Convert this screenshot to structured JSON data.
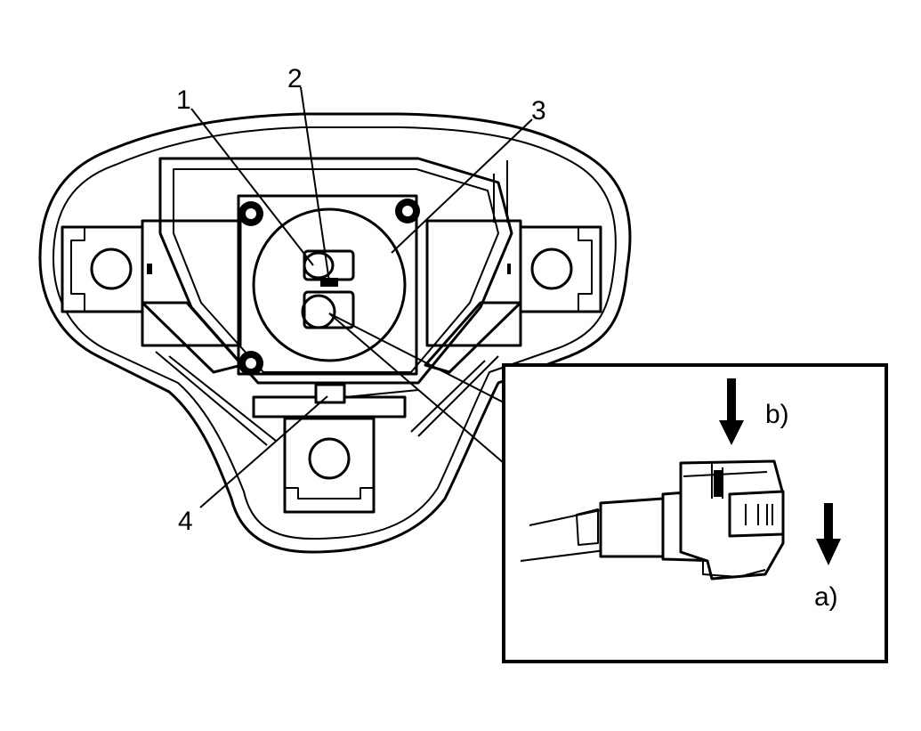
{
  "figure": {
    "callouts": {
      "c1": "1",
      "c2": "2",
      "c3": "3",
      "c4": "4"
    },
    "inset": {
      "label_b": "b)",
      "label_a": "a)"
    }
  }
}
